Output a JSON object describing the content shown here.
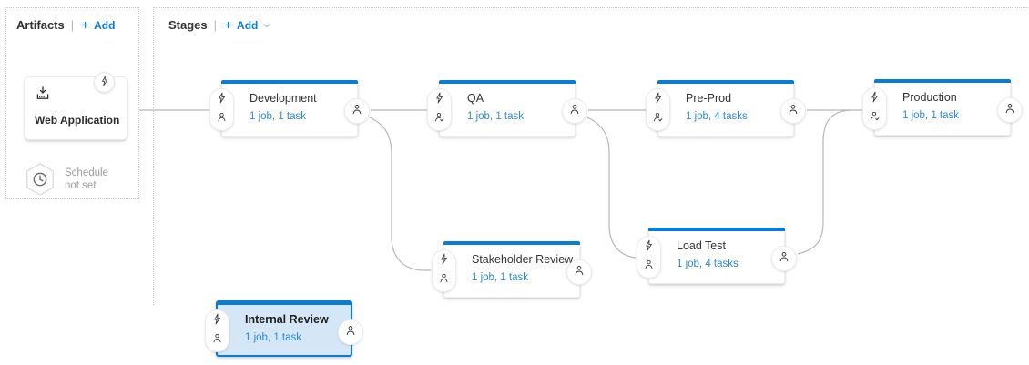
{
  "colors": {
    "accent": "#0b7cd4",
    "link": "#2b88d8",
    "selected_stage_bg": "#d5e7f7",
    "connector": "#b6b6b6"
  },
  "artifacts": {
    "header": "Artifacts",
    "separator": "|",
    "add_label": "Add",
    "card": {
      "name": "Web Application",
      "type_icon": "package-icon",
      "badge_icon": "lightning-icon"
    },
    "schedule": {
      "icon": "clock-icon",
      "line1": "Schedule",
      "line2": "not set"
    }
  },
  "stages": {
    "header": "Stages",
    "separator": "|",
    "add_label": "Add",
    "add_chevron": "chevron-down-icon",
    "items": [
      {
        "name": "Development",
        "summary": "1 job, 1 task",
        "trigger_icon": "lightning-icon",
        "approval_icon": "person",
        "selected": false
      },
      {
        "name": "QA",
        "summary": "1 job, 1 task",
        "trigger_icon": "lightning-icon",
        "approval_icon": "person-check",
        "selected": false
      },
      {
        "name": "Pre-Prod",
        "summary": "1 job, 4 tasks",
        "trigger_icon": "lightning-icon",
        "approval_icon": "person-check",
        "selected": false
      },
      {
        "name": "Production",
        "summary": "1 job, 1 task",
        "trigger_icon": "lightning-icon",
        "approval_icon": "person-check",
        "selected": false
      },
      {
        "name": "Stakeholder Review",
        "summary": "1 job, 1 task",
        "trigger_icon": "lightning-icon",
        "approval_icon": "person",
        "selected": false
      },
      {
        "name": "Load Test",
        "summary": "1 job, 4 tasks",
        "trigger_icon": "lightning-icon",
        "approval_icon": "person",
        "selected": false
      },
      {
        "name": "Internal Review",
        "summary": "1 job, 1 task",
        "trigger_icon": "lightning-icon",
        "approval_icon": "person",
        "selected": true
      }
    ],
    "connections": [
      [
        "Web Application",
        "Development"
      ],
      [
        "Development",
        "QA"
      ],
      [
        "Development",
        "Stakeholder Review"
      ],
      [
        "QA",
        "Pre-Prod"
      ],
      [
        "QA",
        "Load Test"
      ],
      [
        "Pre-Prod",
        "Production"
      ],
      [
        "Load Test",
        "Production"
      ]
    ]
  }
}
